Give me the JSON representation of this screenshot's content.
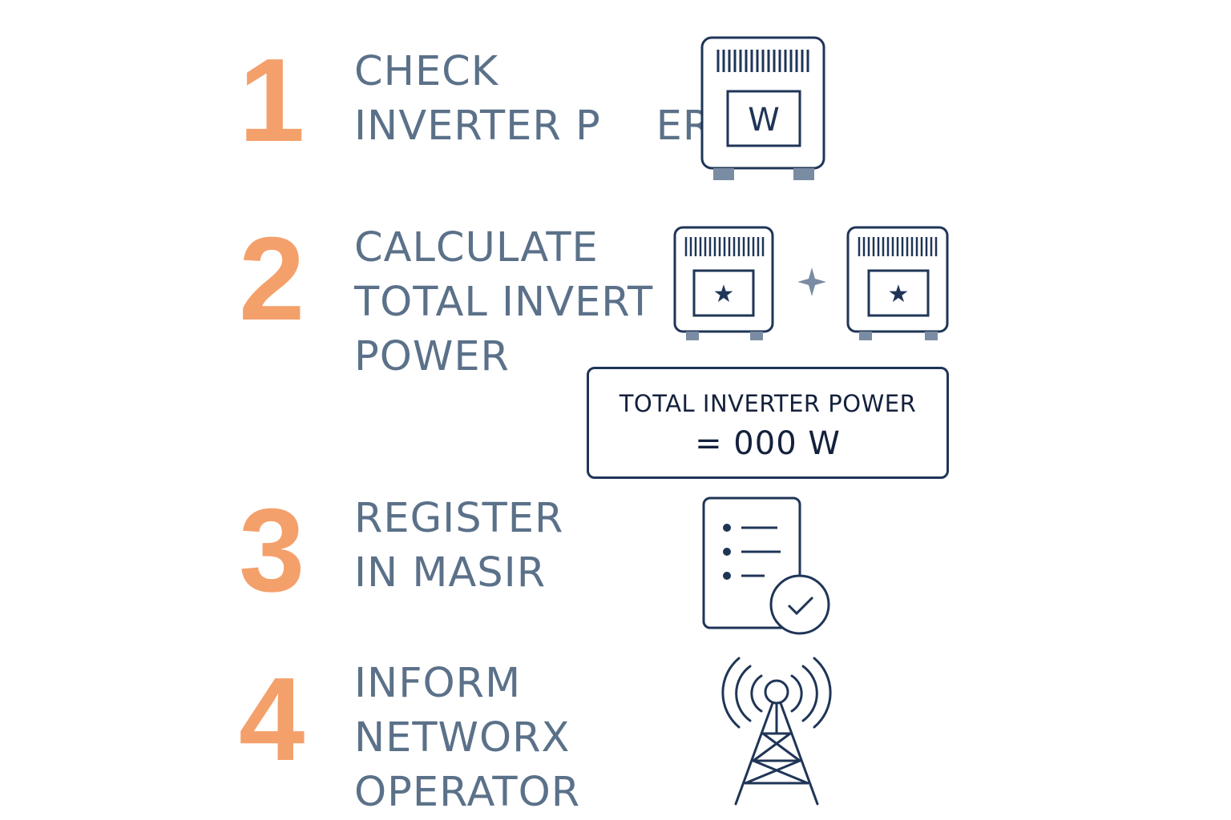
{
  "steps": [
    {
      "number": "1",
      "lines": [
        "CHECK",
        "INVERTER P    ER"
      ],
      "icon": "inverter-w-icon",
      "icon_label": "W"
    },
    {
      "number": "2",
      "lines": [
        "CALCULATE",
        "TOTAL INVERT",
        "POWER"
      ],
      "icon": "two-inverters-icon",
      "operator": "+"
    },
    {
      "number": "3",
      "lines": [
        "REGISTER",
        "IN MASIR"
      ],
      "icon": "checklist-document-icon"
    },
    {
      "number": "4",
      "lines": [
        "INFORM",
        "NETWORX",
        "OPERATOR"
      ],
      "icon": "radio-tower-icon"
    }
  ],
  "total_box": {
    "line1": "TOTAL INVERTER POWER",
    "line2": "= 000 W"
  },
  "colors": {
    "number": "#F4A06B",
    "text": "#5B7189",
    "icon_stroke": "#1F3557",
    "foot": "#7A8CA3"
  }
}
